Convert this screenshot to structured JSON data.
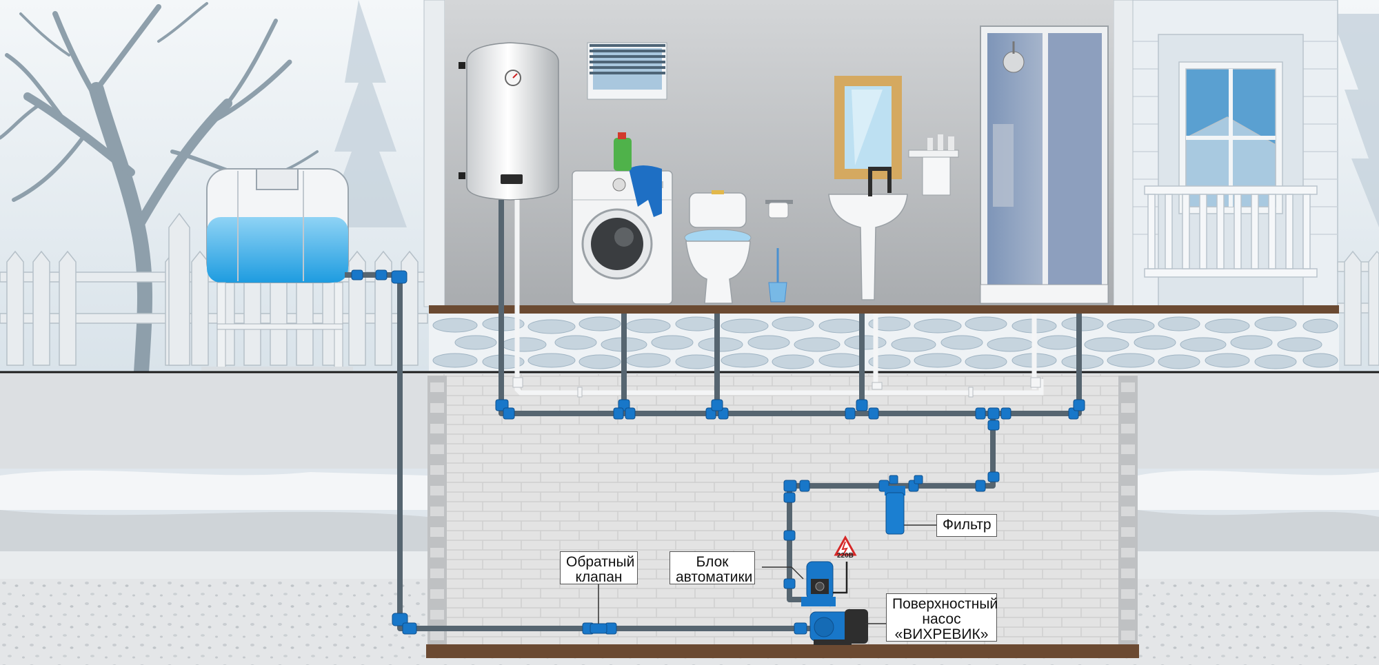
{
  "labels": {
    "filter": "Фильтр",
    "check_valve": "Обратный\nклапан",
    "automation_unit": "Блок\nавтоматики",
    "surface_pump": "Поверхностный\nнасос\n«ВИХРЕВИК»",
    "voltage": "220В"
  },
  "colors": {
    "pipe": "#566570",
    "fitting": "#1877c9",
    "floor": "#6b4a32",
    "sky": "#eef2f5",
    "ground": "#dde2e6"
  }
}
